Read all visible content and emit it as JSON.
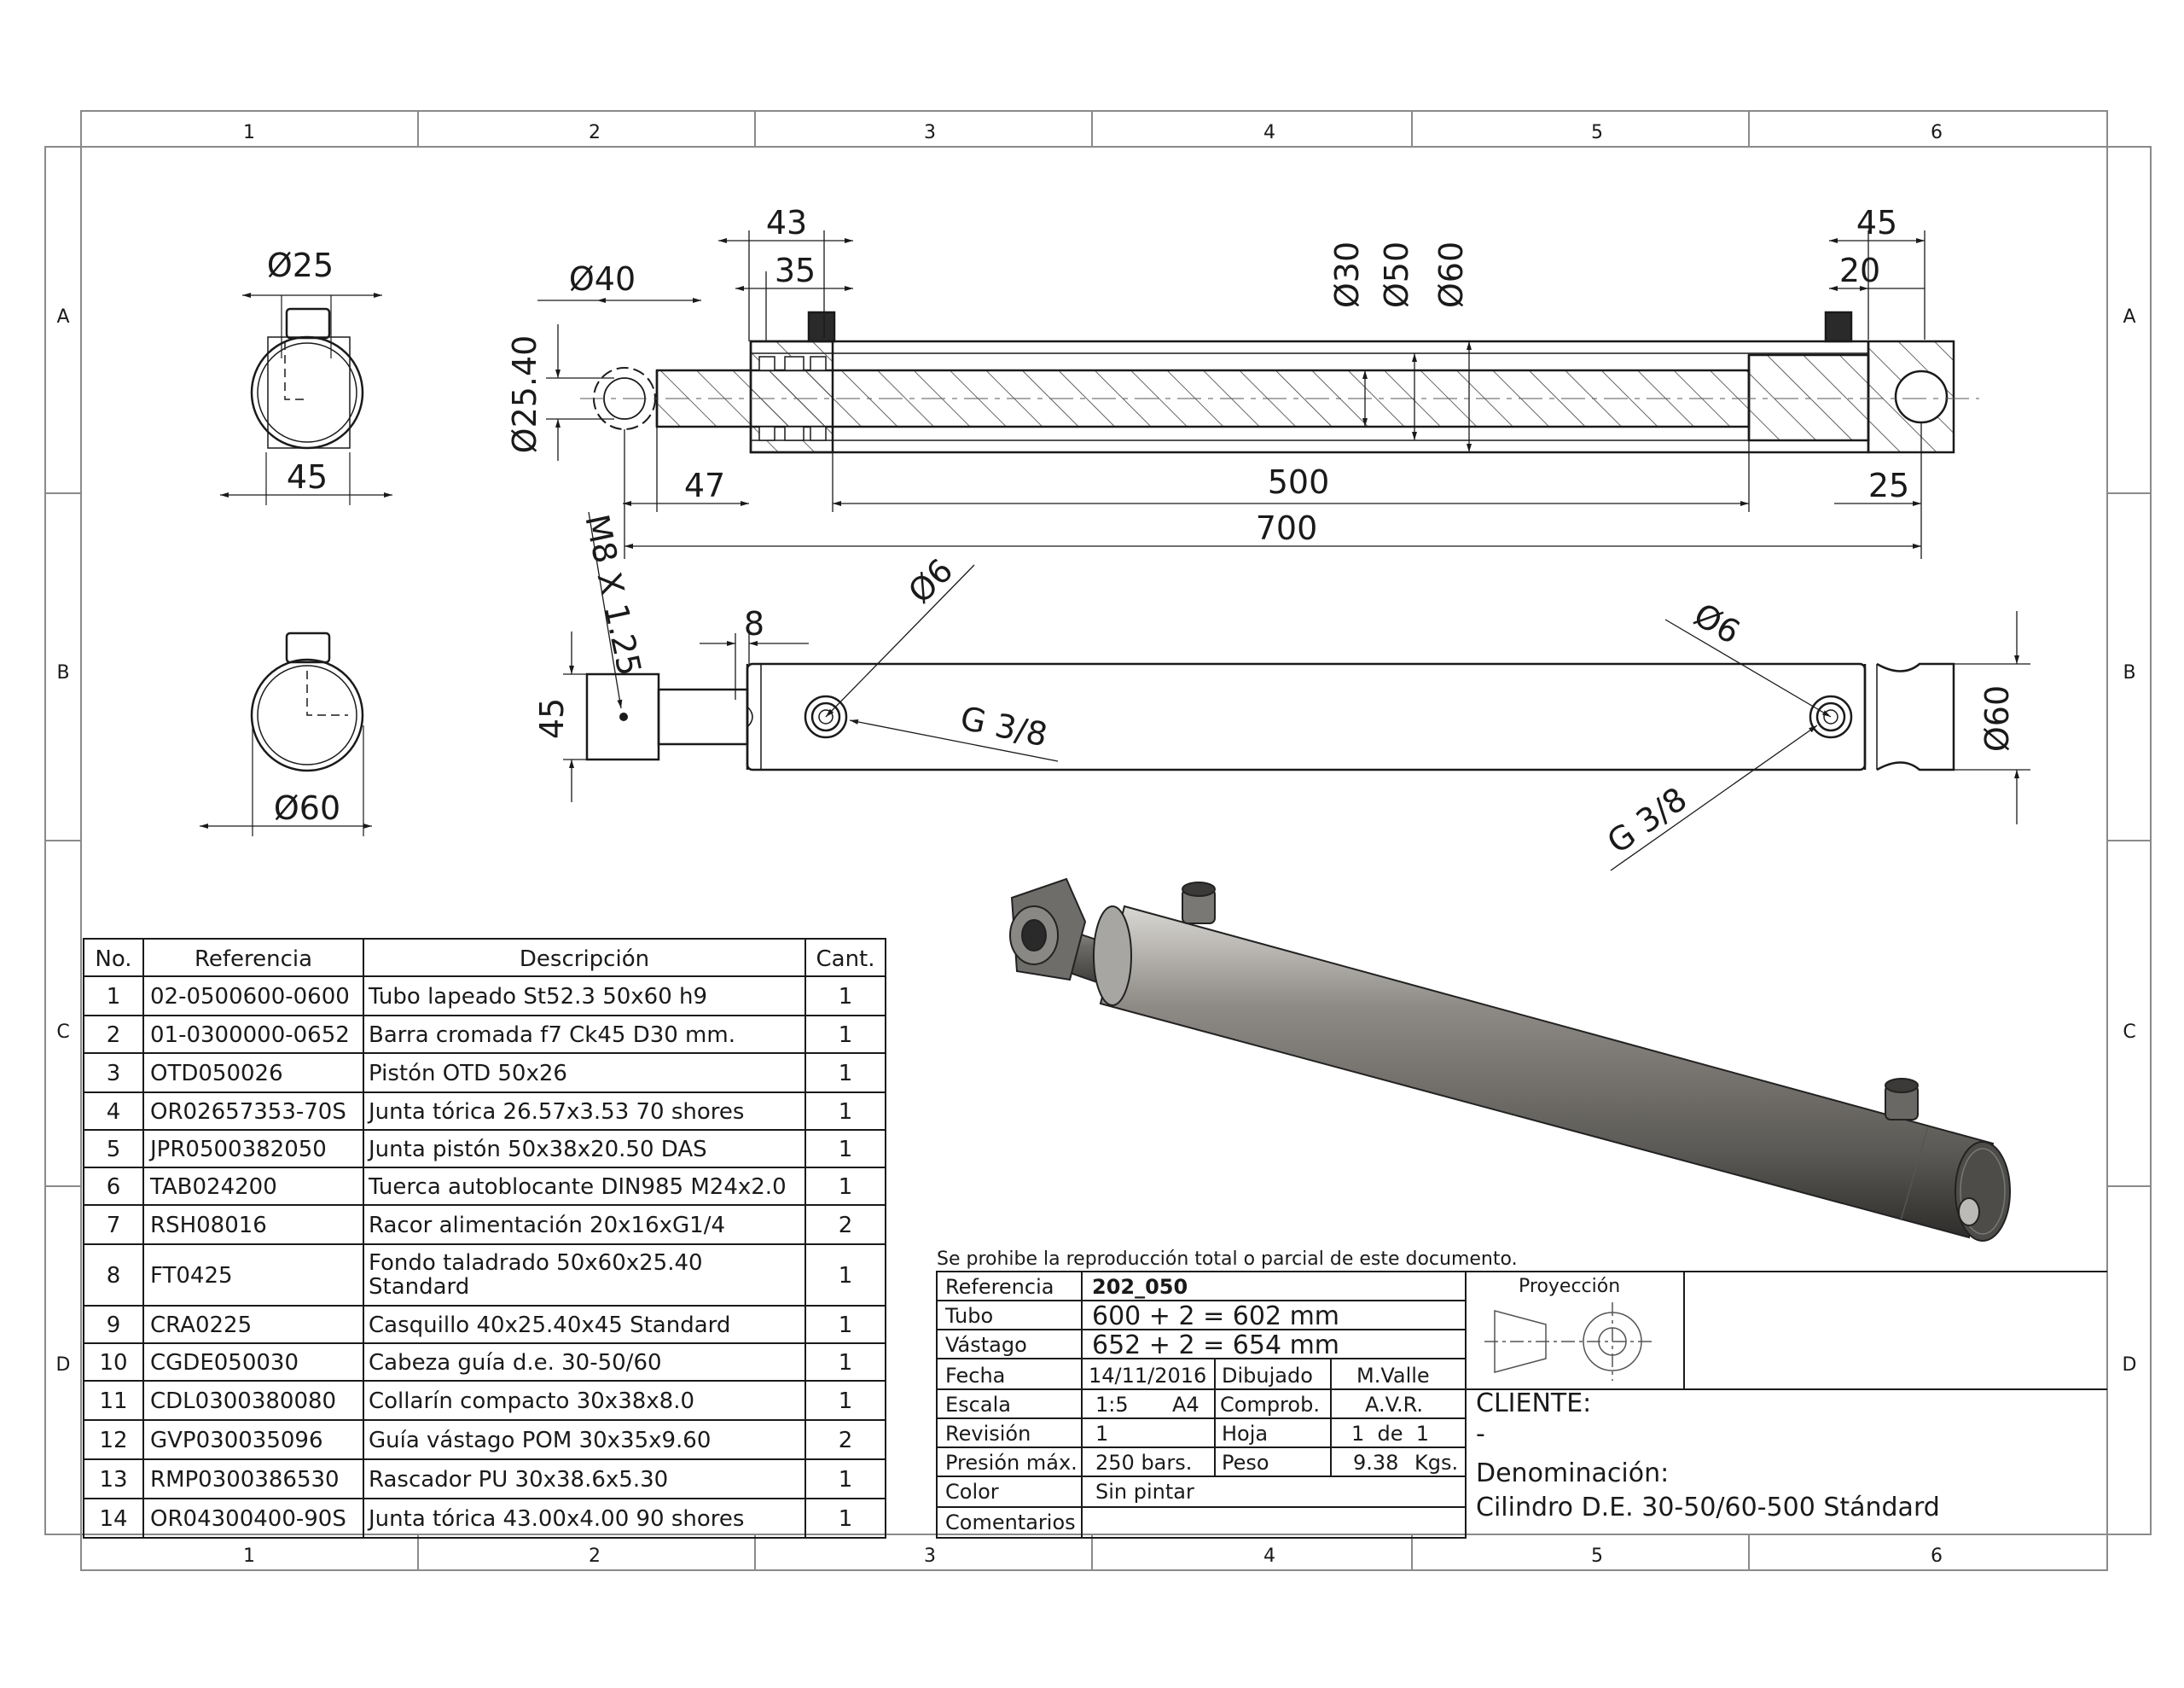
{
  "frame": {
    "col_labels": [
      "1",
      "2",
      "3",
      "4",
      "5",
      "6"
    ],
    "row_labels": [
      "A",
      "B",
      "C",
      "D"
    ]
  },
  "dimensions": {
    "d25": "Ø25",
    "w45_end": "45",
    "d40": "Ø40",
    "d25_40": "Ø25.40",
    "d43": "43",
    "d35": "35",
    "d30": "Ø30",
    "d50": "Ø50",
    "d60_top": "Ø60",
    "d45_right": "45",
    "d20": "20",
    "d47": "47",
    "d500": "500",
    "d25_right": "25",
    "d700": "700",
    "thread": "M8 X 1.25",
    "d8": "8",
    "d6_left": "Ø6",
    "d6_right": "Ø6",
    "g38_left": "G 3/8",
    "g38_right": "G 3/8",
    "d45_side": "45",
    "d60_side": "Ø60",
    "d60_endview": "Ø60"
  },
  "bom": {
    "headers": [
      "No.",
      "Referencia",
      "Descripción",
      "Cant."
    ],
    "rows": [
      {
        "no": "1",
        "ref": "02-0500600-0600",
        "desc": "Tubo lapeado St52.3 50x60 h9",
        "desc2": "",
        "qty": "1"
      },
      {
        "no": "2",
        "ref": "01-0300000-0652",
        "desc": "Barra cromada f7 Ck45 D30 mm.",
        "desc2": "",
        "qty": "1"
      },
      {
        "no": "3",
        "ref": "OTD050026",
        "desc": "Pistón OTD 50x26",
        "desc2": "",
        "qty": "1"
      },
      {
        "no": "4",
        "ref": "OR02657353-70S",
        "desc": "Junta tórica 26.57x3.53 70 shores",
        "desc2": "",
        "qty": "1"
      },
      {
        "no": "5",
        "ref": "JPR0500382050",
        "desc": "Junta pistón 50x38x20.50 DAS",
        "desc2": "",
        "qty": "1"
      },
      {
        "no": "6",
        "ref": "TAB024200",
        "desc": "Tuerca autoblocante DIN985 M24x2.0",
        "desc2": "",
        "qty": "1"
      },
      {
        "no": "7",
        "ref": "RSH08016",
        "desc": "Racor alimentación 20x16xG1/4",
        "desc2": "",
        "qty": "2"
      },
      {
        "no": "8",
        "ref": "FT0425",
        "desc": "Fondo taladrado 50x60x25.40",
        "desc2": "Standard",
        "qty": "1"
      },
      {
        "no": "9",
        "ref": "CRA0225",
        "desc": "Casquillo 40x25.40x45 Standard",
        "desc2": "",
        "qty": "1"
      },
      {
        "no": "10",
        "ref": "CGDE050030",
        "desc": "Cabeza guía d.e. 30-50/60",
        "desc2": "",
        "qty": "1"
      },
      {
        "no": "11",
        "ref": "CDL0300380080",
        "desc": "Collarín compacto 30x38x8.0",
        "desc2": "",
        "qty": "1"
      },
      {
        "no": "12",
        "ref": "GVP030035096",
        "desc": "Guía vástago POM 30x35x9.60",
        "desc2": "",
        "qty": "2"
      },
      {
        "no": "13",
        "ref": "RMP0300386530",
        "desc": "Rascador PU 30x38.6x5.30",
        "desc2": "",
        "qty": "1"
      },
      {
        "no": "14",
        "ref": "OR04300400-90S",
        "desc": "Junta tórica 43.00x4.00 90 shores",
        "desc2": "",
        "qty": "1"
      }
    ]
  },
  "title_block": {
    "notice": "Se prohibe la reproducción total o parcial de este documento.",
    "referencia_label": "Referencia",
    "referencia_value": "202_050",
    "tubo_label": "Tubo",
    "tubo_value": "600 + 2 = 602 mm",
    "vastago_label": "Vástago",
    "vastago_value": "652 + 2 = 654 mm",
    "fecha_label": "Fecha",
    "fecha_value": "14/11/2016",
    "dibujado_label": "Dibujado",
    "dibujado_value": "M.Valle",
    "escala_label": "Escala",
    "escala_value": "1:5",
    "formato_value": "A4",
    "comprob_label": "Comprob.",
    "comprob_value": "A.V.R.",
    "revision_label": "Revisión",
    "revision_value": "1",
    "hoja_label": "Hoja",
    "hoja_value": "1  de  1",
    "presion_label": "Presión máx.",
    "presion_value": "250 bars.",
    "peso_label": "Peso",
    "peso_value": "9.38",
    "peso_unit": "Kgs.",
    "color_label": "Color",
    "color_value": "Sin pintar",
    "comentarios_label": "Comentarios",
    "proyeccion_label": "Proyección",
    "cliente_label": "CLIENTE:",
    "cliente_value": "-",
    "denominacion_label": "Denominación:",
    "denominacion_value": "Cilindro D.E. 30-50/60-500 Stándard"
  }
}
